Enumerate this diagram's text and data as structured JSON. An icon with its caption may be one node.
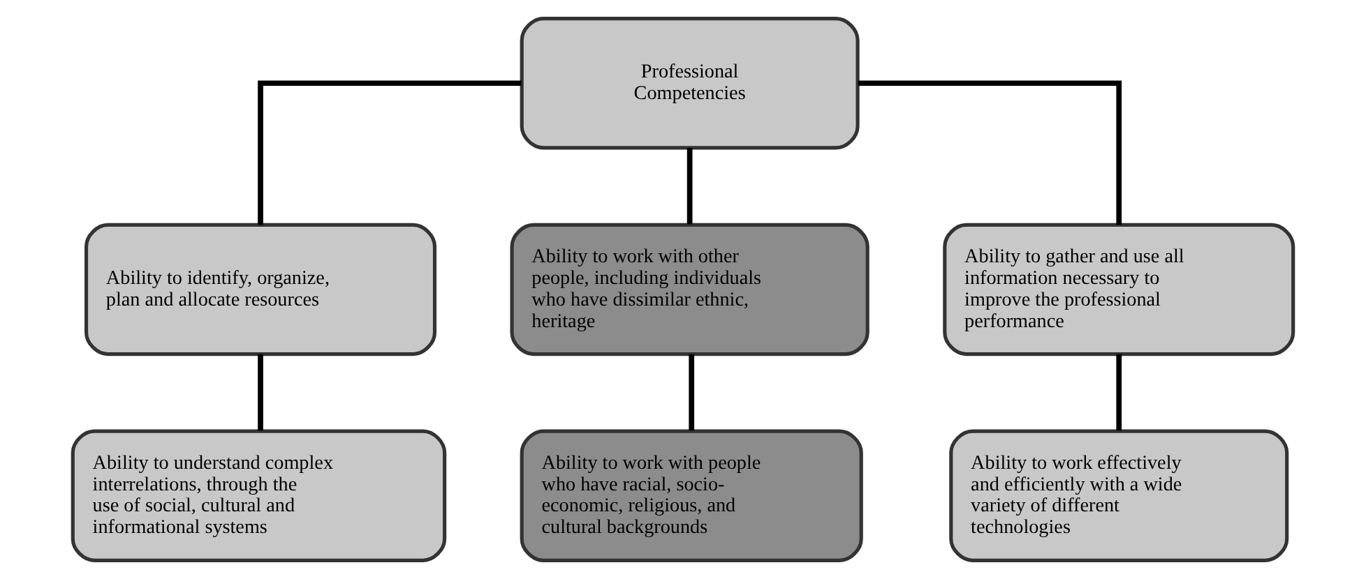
{
  "diagram": {
    "nodes": [
      {
        "text": [
          "Professional Competencies"
        ]
      },
      {
        "text": [
          "Ability to identify, organize, plan and allocate resources"
        ]
      },
      {
        "text": [
          "Ability to work with other people, including individuals who have dissimilar ethnic, heritage"
        ]
      },
      {
        "text": [
          "Ability to gather and use all information necessary to improve the professional performance"
        ]
      },
      {
        "text": [
          "Ability to understand complex interrelations, through the use of social, cultural and informational systems"
        ]
      },
      {
        "text": [
          "Ability to work with people who have racial, socio-economic, religious, and cultural backgrounds"
        ]
      },
      {
        "text": [
          "Ability to work effectively and efficiently with a wide variety of different technologies"
        ]
      }
    ],
    "edges": [
      {
        "from": 0,
        "to": 1,
        "arrow": "none"
      },
      {
        "from": 0,
        "to": 2,
        "arrow": "none"
      },
      {
        "from": 0,
        "to": 3,
        "arrow": "none"
      },
      {
        "from": 1,
        "to": 4,
        "arrow": "none"
      },
      {
        "from": 2,
        "to": 5,
        "arrow": "none"
      },
      {
        "from": 3,
        "to": 6,
        "arrow": "none"
      }
    ]
  }
}
